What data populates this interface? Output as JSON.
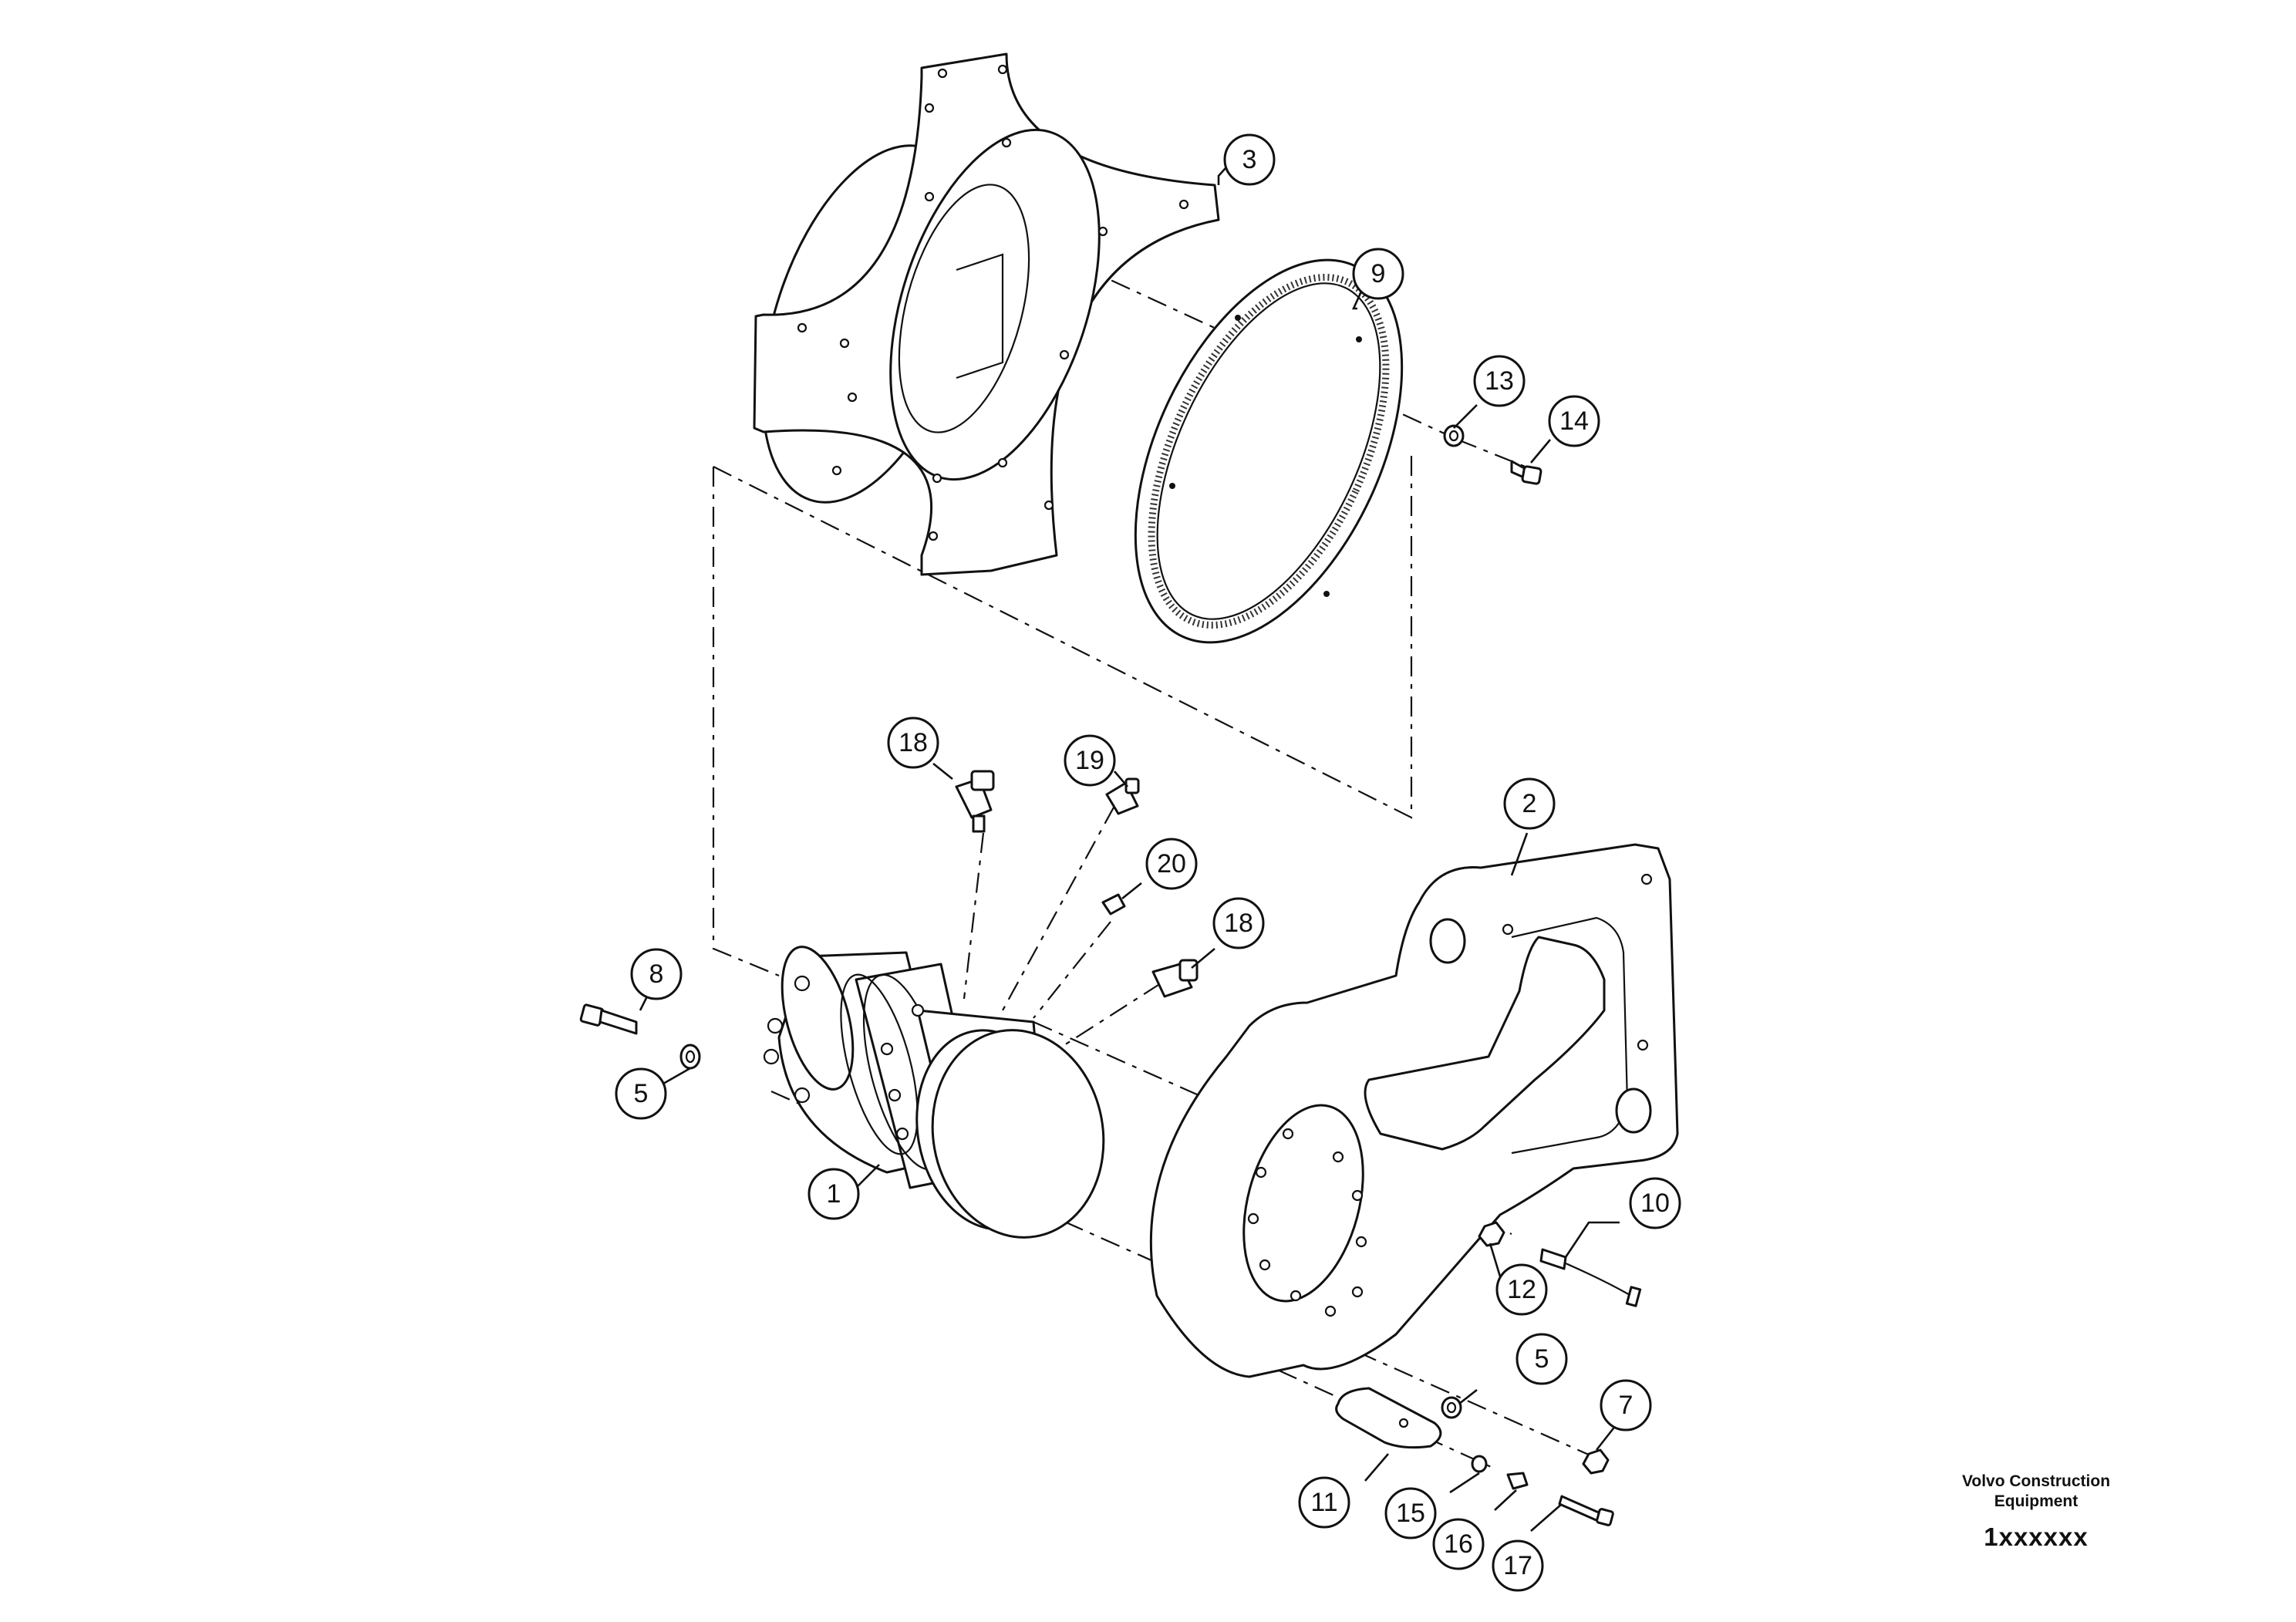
{
  "callouts": {
    "c1": "1",
    "c2": "2",
    "c3": "3",
    "c5a": "5",
    "c5b": "5",
    "c7": "7",
    "c8": "8",
    "c9": "9",
    "c10": "10",
    "c11": "11",
    "c12": "12",
    "c13": "13",
    "c14": "14",
    "c15": "15",
    "c16": "16",
    "c17": "17",
    "c18a": "18",
    "c18b": "18",
    "c19": "19",
    "c20": "20"
  },
  "title_block": {
    "brand_line1": "Volvo Construction",
    "brand_line2": "Equipment",
    "drawing_number": "1xxxxxx"
  }
}
